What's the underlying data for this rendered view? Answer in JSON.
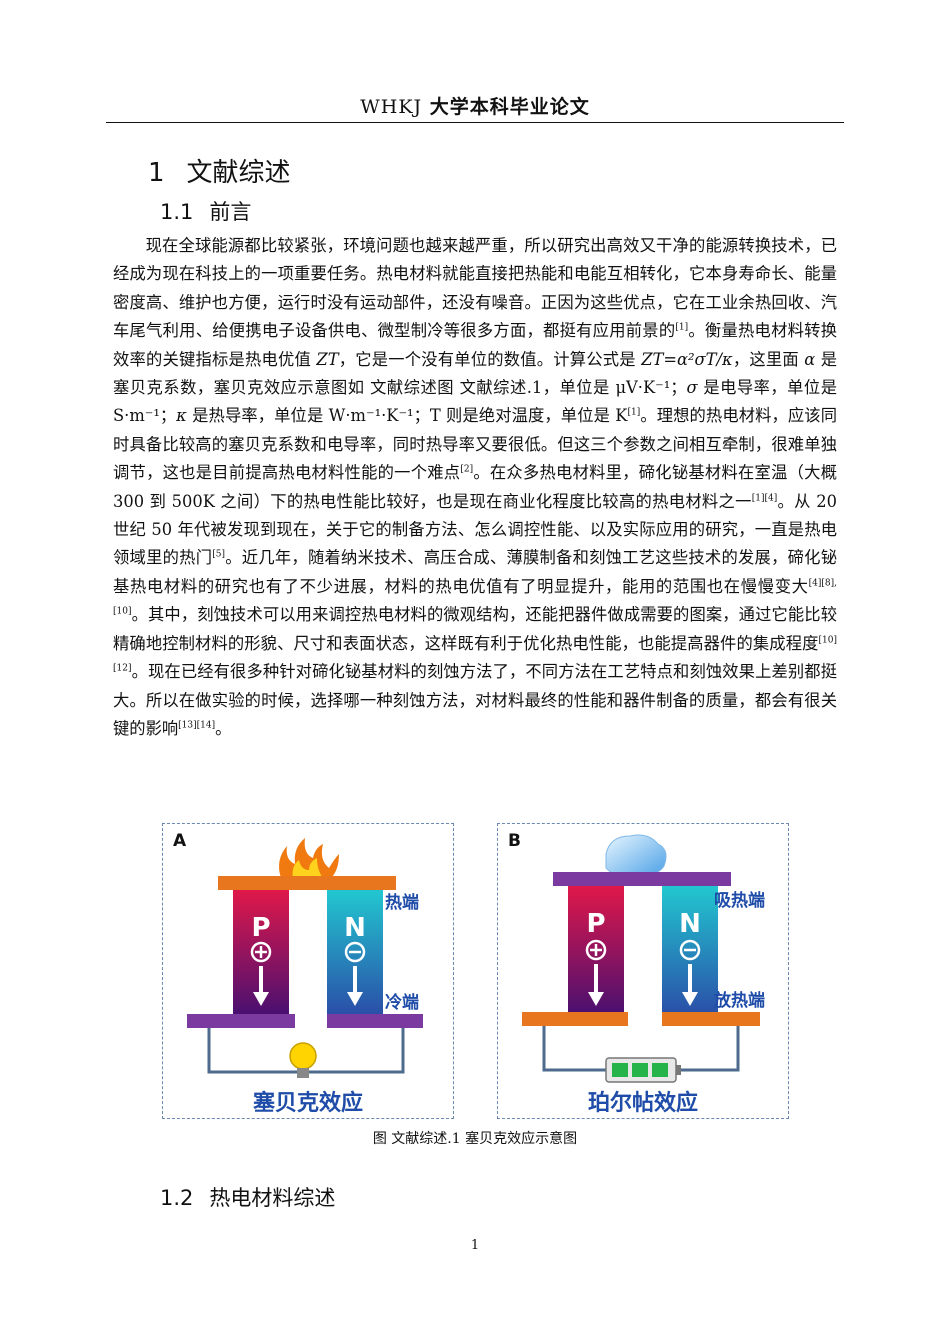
{
  "header": {
    "code": "WHKJ",
    "title": "大学本科毕业论文"
  },
  "chapter": {
    "number": "1",
    "title": "文献综述"
  },
  "section1": {
    "number": "1.1",
    "title": "前言"
  },
  "paragraph": {
    "p01": "现在全球能源都比较紧张，环境问题也越来越严重，所以研究出高效又干净的能源转换技术，已经成为现在科技上的一项重要任务。热电材料就能直接把热能和电能互相转化，它本身寿命长、能量密度高、维护也方便，运行时没有运动部件，还没有噪音。正因为这些优点，它在工业余热回收、汽车尾气利用、给便携电子设备供电、微型制冷等很多方面，都挺有应用前景的",
    "r1": "[1]",
    "p02": "。衡量热电材料转换效率的关键指标是热电优值 ",
    "zt1": "ZT",
    "p03": "，它是一个没有单位的数值。计算公式是 ",
    "formula": "ZT=α²σT/κ",
    "p04": "，这里面 ",
    "alpha": "α",
    "p05": " 是塞贝克系数，塞贝克效应示意图如 文献综述图 文献综述.1，单位是 μV·K⁻¹；",
    "sigma": "σ",
    "p06": " 是电导率，单位是 S·m⁻¹；",
    "kappa": "κ",
    "p07": " 是热导率，单位是 W·m⁻¹·K⁻¹；T 则是绝对温度，单位是 K",
    "r2": "[1]",
    "p08": "。理想的热电材料，应该同时具备比较高的塞贝克系数和电导率，同时热导率又要很低。但这三个参数之间相互牵制，很难单独调节，这也是目前提高热电材料性能的一个难点",
    "r3": "[2]",
    "p09": "。在众多热电材料里，碲化铋基材料在室温（大概 300 到 500K 之间）下的热电性能比较好，也是现在商业化程度比较高的热电材料之一",
    "r4": "[1][4]",
    "p10": "。从 20 世纪 50 年代被发现到现在，关于它的制备方法、怎么调控性能、以及实际应用的研究，一直是热电领域里的热门",
    "r5": "[5]",
    "p11": "。近几年，随着纳米技术、高压合成、薄膜制备和刻蚀工艺这些技术的发展，碲化铋基热电材料的研究也有了不少进展，材料的热电优值有了明显提升，能用的范围也在慢慢变大",
    "r6": "[4][8],[10]",
    "p12": "。其中，刻蚀技术可以用来调控热电材料的微观结构，还能把器件做成需要的图案，通过它能比较精确地控制材料的形貌、尺寸和表面状态，这样既有利于优化热电性能，也能提高器件的集成程度",
    "r7": "[10][12]",
    "p13": "。现在已经有很多种针对碲化铋基材料的刻蚀方法了，不同方法在工艺特点和刻蚀效果上差别都挺大。所以在做实验的时候，选择哪一种刻蚀方法，对材料最终的性能和器件制备的质量，都会有很关键的影响",
    "r8": "[13][14]",
    "p14": "。"
  },
  "figure": {
    "panel_a": {
      "letter": "A",
      "p_label": "P",
      "n_label": "N",
      "hot_end": "热端",
      "cold_end": "冷端",
      "title": "塞贝克效应"
    },
    "panel_b": {
      "letter": "B",
      "p_label": "P",
      "n_label": "N",
      "absorb_end": "吸热端",
      "release_end": "放热端",
      "title": "珀尔帖效应"
    },
    "caption": "图  文献综述.1  塞贝克效应示意图"
  },
  "section2": {
    "number": "1.2",
    "title": "热电材料综述"
  },
  "page_number": "1"
}
